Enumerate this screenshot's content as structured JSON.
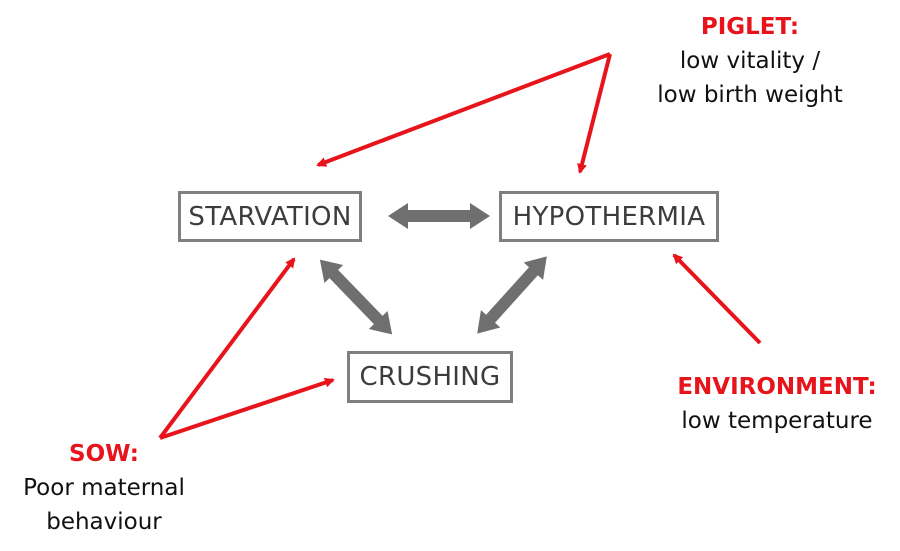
{
  "colors": {
    "red": "#e8141c",
    "gray": "#6f6f6f",
    "box_border": "#7f7f7f"
  },
  "nodes": {
    "starvation": "STARVATION",
    "hypothermia": "HYPOTHERMIA",
    "crushing": "CRUSHING"
  },
  "factors": {
    "piglet": {
      "head": "PIGLET:",
      "line1": "low vitality /",
      "line2": "low birth weight"
    },
    "environment": {
      "head": "ENVIRONMENT:",
      "line1": "low temperature"
    },
    "sow": {
      "head": "SOW:",
      "line1": "Poor maternal",
      "line2": "behaviour"
    }
  }
}
